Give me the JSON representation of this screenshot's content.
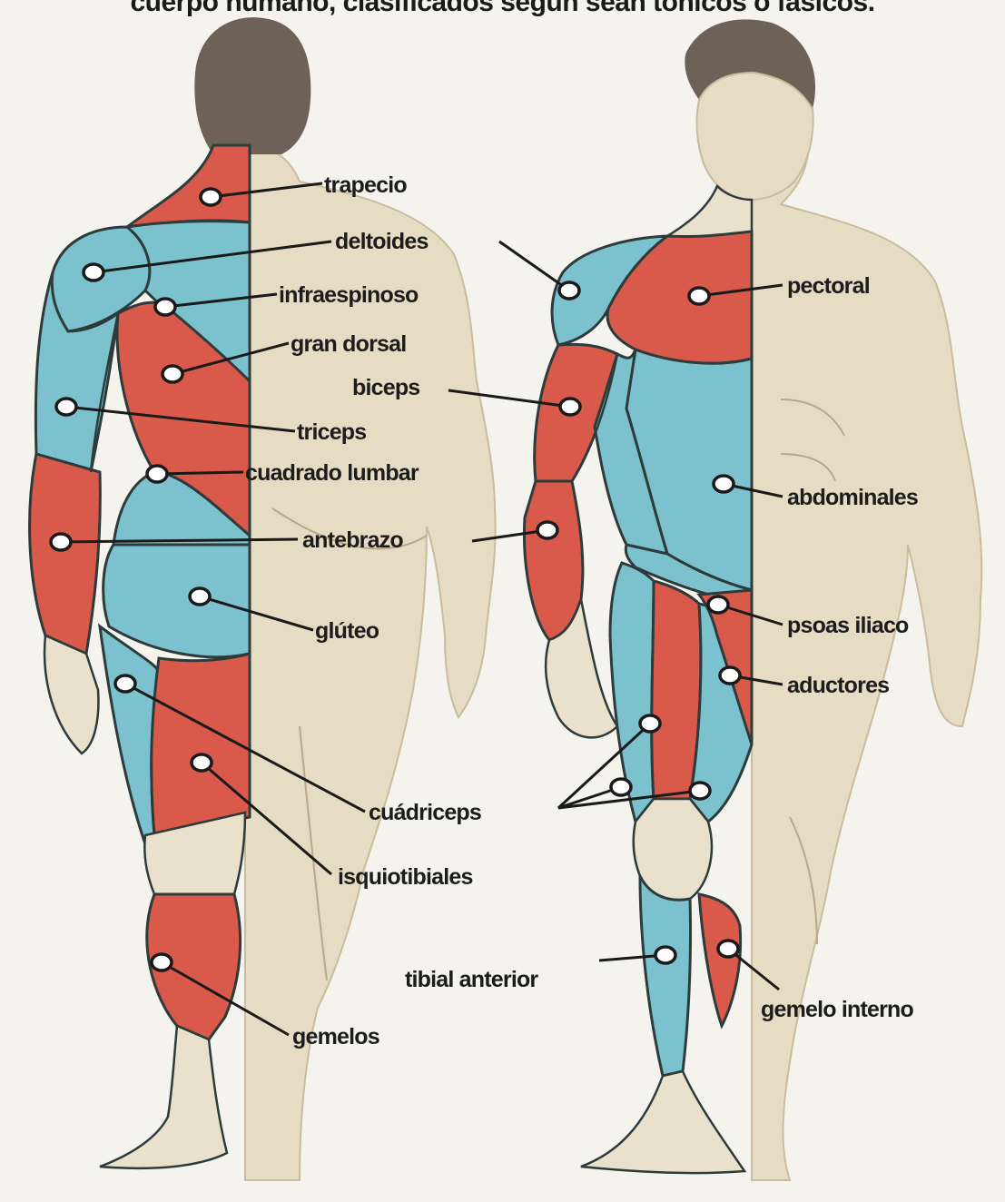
{
  "caption": "cuerpo humano, clasificados según sean tónicos o fásicos.",
  "colors": {
    "tonic_red": "#d9594a",
    "phasic_blue": "#7cc2ce",
    "skin": "#e6dcc4"
  },
  "labels": {
    "trapecio": "trapecio",
    "deltoides": "deltoides",
    "infraespinoso": "infraespinoso",
    "gran_dorsal": "gran dorsal",
    "biceps": "biceps",
    "triceps": "triceps",
    "cuadrado_lumbar": "cuadrado lumbar",
    "antebrazo": "antebrazo",
    "gluteo": "glúteo",
    "cuadriceps": "cuádriceps",
    "isquiotibiales": "isquiotibiales",
    "gemelos": "gemelos",
    "pectoral": "pectoral",
    "abdominales": "abdominales",
    "psoas_iliaco": "psoas iliaco",
    "aductores": "aductores",
    "tibial_anterior": "tibial anterior",
    "gemelo_interno": "gemelo interno"
  }
}
